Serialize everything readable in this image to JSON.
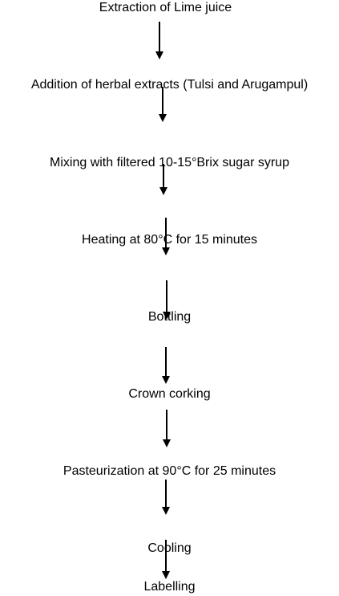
{
  "diagram": {
    "steps": [
      "Extraction of Lime juice",
      "Addition of herbal extracts (Tulsi and Arugampul)",
      "Mixing with filtered 10-15°Brix sugar syrup",
      "Heating at 80°C for 15 minutes",
      "Bottling",
      "Crown corking",
      "Pasteurization at 90°C for 25 minutes",
      "Cooling",
      "Labelling"
    ],
    "line_color": "#000000"
  }
}
